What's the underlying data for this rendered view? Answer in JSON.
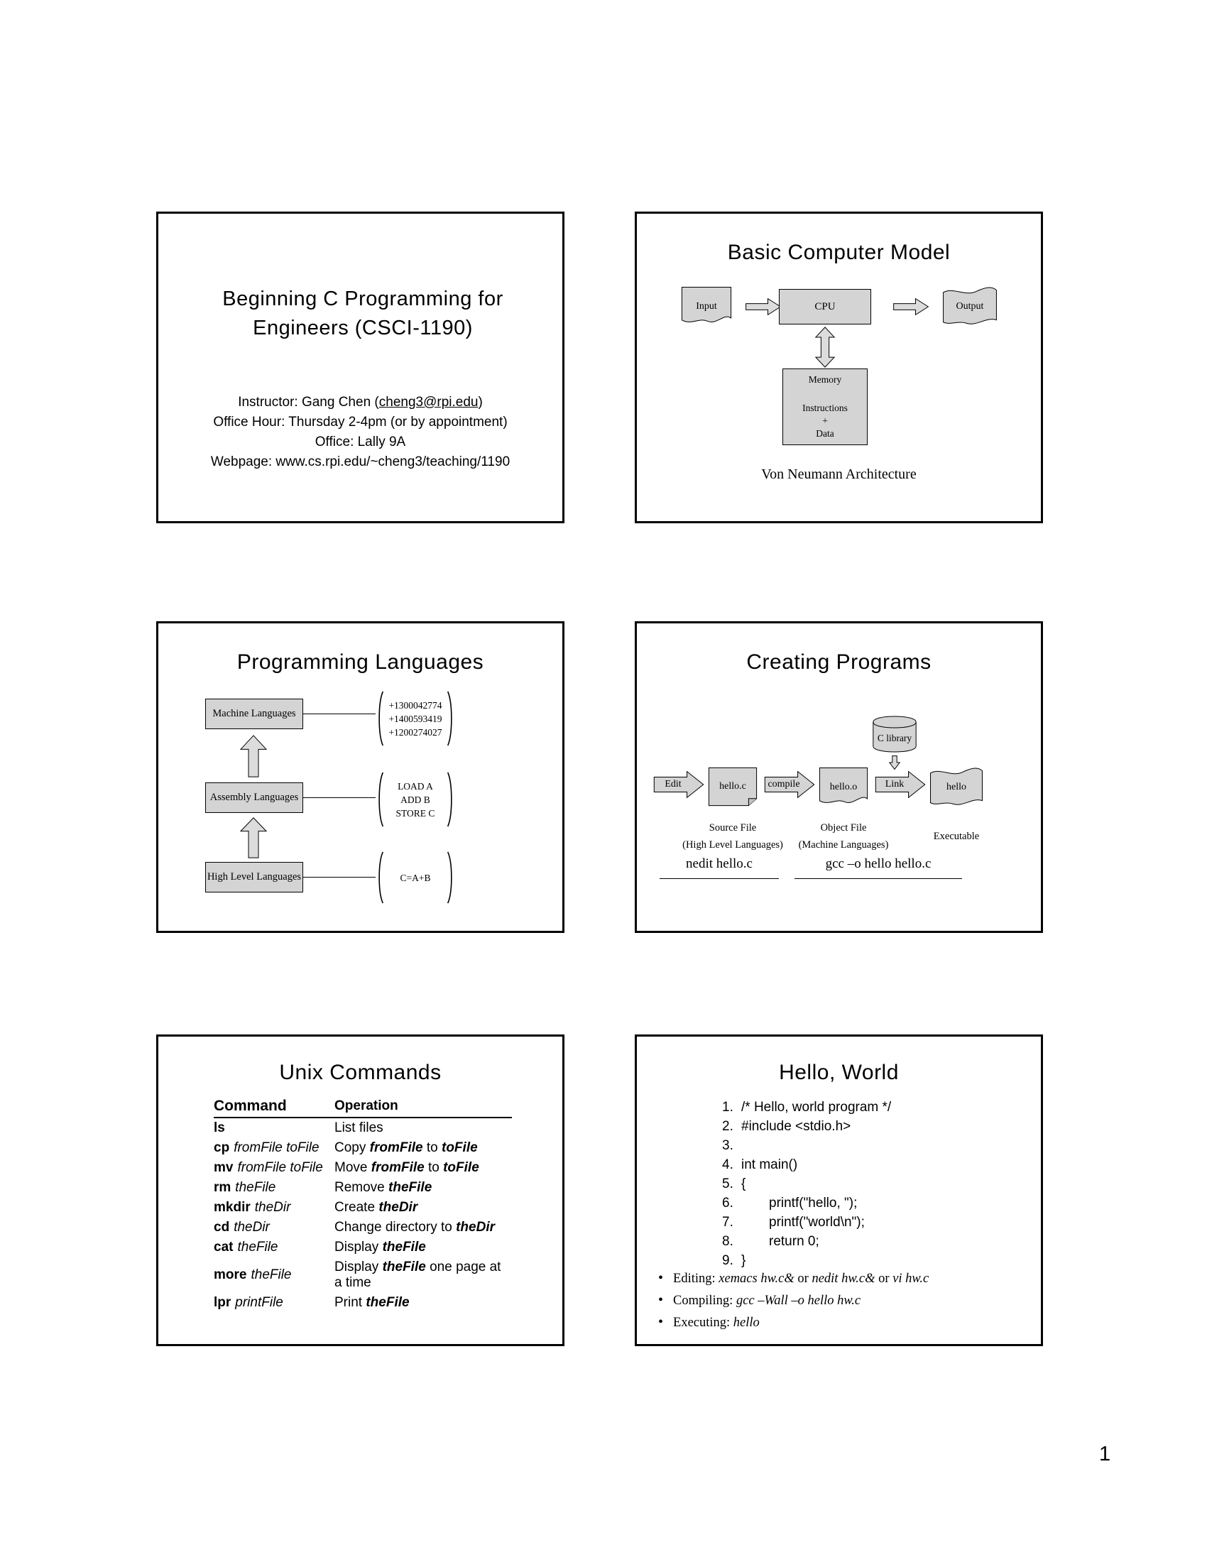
{
  "page": {
    "number": "1"
  },
  "colors": {
    "shape_fill": "#d4d4d4",
    "arrow_fill": "#dcdcdc",
    "ink": "#000000",
    "background": "#ffffff"
  },
  "slide1": {
    "title": "Beginning C Programming for Engineers (CSCI-1190)",
    "instructor_prefix": "Instructor: Gang Chen (",
    "instructor_email": "cheng3@rpi.edu",
    "instructor_suffix": ")",
    "office_hour": "Office Hour: Thursday 2-4pm (or by appointment)",
    "office": "Office: Lally 9A",
    "webpage": "Webpage: www.cs.rpi.edu/~cheng3/teaching/1190"
  },
  "slide2": {
    "title": "Basic Computer Model",
    "input_label": "Input",
    "cpu_label": "CPU",
    "output_label": "Output",
    "memory_title": "Memory",
    "memory_lines": [
      "Instructions",
      "+",
      "Data"
    ],
    "caption": "Von Neumann Architecture"
  },
  "slide3": {
    "title": "Programming Languages",
    "levels": [
      {
        "label": "Machine Languages",
        "lines": [
          "+1300042774",
          "+1400593419",
          "+1200274027"
        ]
      },
      {
        "label": "Assembly Languages",
        "lines": [
          "LOAD A",
          "ADD B",
          "STORE C"
        ]
      },
      {
        "label": "High Level Languages",
        "lines": [
          "C=A+B"
        ]
      }
    ]
  },
  "slide4": {
    "title": "Creating Programs",
    "edit_label": "Edit",
    "source_file": "hello.c",
    "compile_label": "compile",
    "object_file": "hello.o",
    "link_label": "Link",
    "executable_file": "hello",
    "library_label": "C library",
    "source_caption": "Source File",
    "source_subcaption": "(High Level Languages)",
    "object_caption": "Object File",
    "object_subcaption": "(Machine Languages)",
    "executable_caption": "Executable",
    "edit_command": "nedit hello.c",
    "compile_command": "gcc –o hello hello.c"
  },
  "slide5": {
    "title": "Unix Commands",
    "headers": [
      "Command",
      "Operation"
    ],
    "rows": [
      {
        "cmd": "ls",
        "arg": "",
        "op": [
          "List files"
        ]
      },
      {
        "cmd": "cp",
        "arg": "fromFile toFile",
        "op": [
          "Copy ",
          "fromFile",
          " to ",
          "toFile"
        ]
      },
      {
        "cmd": "mv",
        "arg": "fromFile toFile",
        "op": [
          "Move ",
          "fromFile",
          " to ",
          "toFile"
        ]
      },
      {
        "cmd": "rm",
        "arg": "theFile",
        "op": [
          "Remove ",
          "theFile"
        ]
      },
      {
        "cmd": "mkdir",
        "arg": "theDir",
        "op": [
          "Create ",
          "theDir"
        ]
      },
      {
        "cmd": "cd",
        "arg": "theDir",
        "op": [
          "Change directory to ",
          "theDir"
        ]
      },
      {
        "cmd": "cat",
        "arg": "theFile",
        "op": [
          "Display ",
          "theFile"
        ]
      },
      {
        "cmd": "more",
        "arg": "theFile",
        "op": [
          "Display ",
          "theFile",
          " one page at a time"
        ]
      },
      {
        "cmd": "lpr",
        "arg": "printFile",
        "op": [
          "Print ",
          "theFile"
        ]
      }
    ]
  },
  "slide6": {
    "title": "Hello, World",
    "code": [
      {
        "n": "1.",
        "text": "/* Hello, world program */"
      },
      {
        "n": "2.",
        "text": "#include <stdio.h>"
      },
      {
        "n": "3.",
        "text": ""
      },
      {
        "n": "4.",
        "text": "int main()"
      },
      {
        "n": "5.",
        "text": "{"
      },
      {
        "n": "6.",
        "text": "printf(\"hello, \");"
      },
      {
        "n": "7.",
        "text": "printf(\"world\\n\");"
      },
      {
        "n": "8.",
        "text": "return 0;"
      },
      {
        "n": "9.",
        "text": "}"
      }
    ],
    "bullets": [
      {
        "segments": [
          "Editing: ",
          "xemacs hw.c&",
          " or ",
          "nedit hw.c&",
          " or ",
          "vi hw.c"
        ]
      },
      {
        "segments": [
          "Compiling: ",
          "gcc –Wall –o hello hw.c"
        ]
      },
      {
        "segments": [
          "Executing: ",
          "hello"
        ]
      }
    ]
  }
}
